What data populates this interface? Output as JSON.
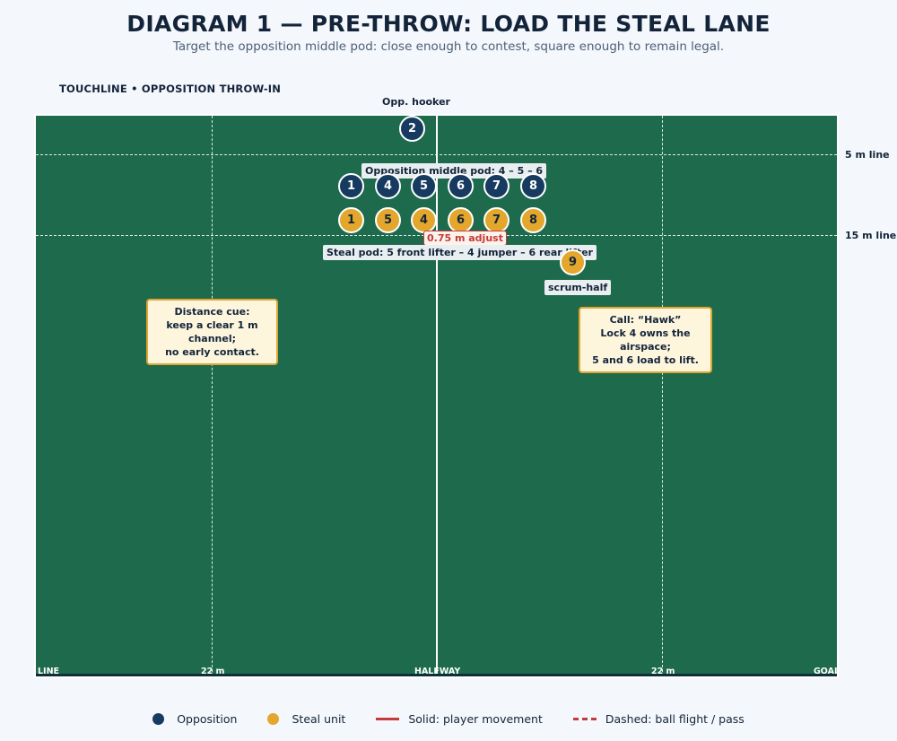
{
  "header": {
    "title": "DIAGRAM 1 — PRE-THROW: LOAD THE STEAL LANE",
    "subtitle": "Target the opposition middle pod: close enough to contest, square enough to remain legal."
  },
  "touchline_label": "TOUCHLINE • OPPOSITION THROW-IN",
  "hooker_label": "Opp. hooker",
  "lines": {
    "five_m": "5 m line",
    "fifteen_m": "15 m line"
  },
  "pitch_labels": {
    "left": "LINE",
    "left_22": "22 m",
    "halfway": "HALFWAY",
    "right_22": "22 m",
    "right": "GOAL"
  },
  "opposition": {
    "hooker": "2",
    "lineout": [
      "1",
      "4",
      "5",
      "6",
      "7",
      "8"
    ]
  },
  "steal_unit": {
    "lineout": [
      "1",
      "5",
      "4",
      "6",
      "7",
      "8"
    ],
    "scrum_half": "9"
  },
  "annotations": {
    "opp_pod": "Opposition middle pod: 4 – 5 – 6",
    "adjust": "0.75 m adjust",
    "steal_pod": "Steal pod: 5 front lifter – 4 jumper – 6 rear lifter",
    "scrum_half": "scrum-half"
  },
  "callouts": {
    "distance": [
      "Distance cue:",
      "keep a clear 1 m channel;",
      "no early contact."
    ],
    "hawk": [
      "Call: “Hawk”",
      "Lock 4 owns the airspace;",
      "5 and 6 load to lift."
    ]
  },
  "legend": {
    "opposition": "Opposition",
    "steal": "Steal unit",
    "solid": "Solid: player movement",
    "dashed": "Dashed: ball flight / pass"
  },
  "colors": {
    "pitch": "#1d6b4c",
    "opposition": "#173a61",
    "steal_unit": "#e2a72c",
    "accent_red": "#c43b3b",
    "callout_border": "#e0a630"
  }
}
